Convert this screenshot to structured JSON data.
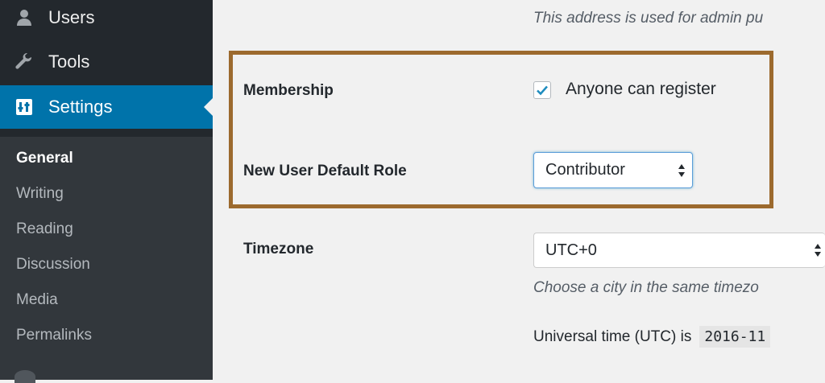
{
  "sidebar": {
    "menu": [
      {
        "label": "Users",
        "icon": "users-icon"
      },
      {
        "label": "Tools",
        "icon": "wrench-icon"
      },
      {
        "label": "Settings",
        "icon": "settings-icon"
      }
    ],
    "submenu": [
      {
        "label": "General",
        "current": true
      },
      {
        "label": "Writing"
      },
      {
        "label": "Reading"
      },
      {
        "label": "Discussion"
      },
      {
        "label": "Media"
      },
      {
        "label": "Permalinks"
      }
    ]
  },
  "main": {
    "admin_email_desc": "This address is used for admin pu",
    "membership": {
      "label": "Membership",
      "checkbox_label": "Anyone can register",
      "checked": true
    },
    "default_role": {
      "label": "New User Default Role",
      "value": "Contributor"
    },
    "timezone": {
      "label": "Timezone",
      "value": "UTC+0",
      "desc": "Choose a city in the same timezo"
    },
    "utc": {
      "label": "Universal time (UTC) is",
      "value": "2016-11"
    }
  },
  "colors": {
    "sidebar": "#23282d",
    "submenu": "#32373c",
    "active": "#0073aa",
    "highlight_border": "#9c6a2e",
    "content_bg": "#f1f1f1"
  }
}
